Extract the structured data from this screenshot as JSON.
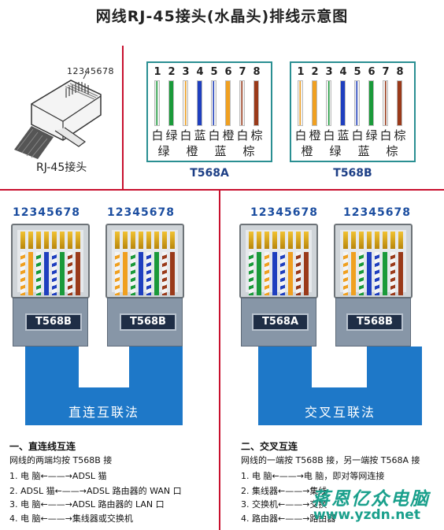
{
  "title": "网线RJ-45接头(水晶头)排线示意图",
  "plug": {
    "pin_digits": "12345678",
    "label": "RJ-45接头"
  },
  "pin_numbers": [
    "1",
    "2",
    "3",
    "4",
    "5",
    "6",
    "7",
    "8"
  ],
  "t568a": {
    "label": "T568A",
    "wire_colors": [
      "#f2f2f2",
      "#1a9a3a",
      "#f2f2f2",
      "#1f3fbf",
      "#f2f2f2",
      "#f0a020",
      "#f2f2f2",
      "#9a3a1a"
    ],
    "stripe_colors": [
      "#1a9a3a",
      "#1a9a3a",
      "#f0a020",
      "#1f3fbf",
      "#1f3fbf",
      "#f0a020",
      "#9a3a1a",
      "#9a3a1a"
    ],
    "names_top": [
      "白",
      "绿",
      "白",
      "蓝",
      "白",
      "橙",
      "白",
      "棕"
    ],
    "names_bottom": [
      "绿",
      "",
      "橙",
      "",
      "蓝",
      "",
      "棕",
      ""
    ]
  },
  "t568b": {
    "label": "T568B",
    "wire_colors": [
      "#f2f2f2",
      "#f0a020",
      "#f2f2f2",
      "#1f3fbf",
      "#f2f2f2",
      "#1a9a3a",
      "#f2f2f2",
      "#9a3a1a"
    ],
    "stripe_colors": [
      "#f0a020",
      "#f0a020",
      "#1a9a3a",
      "#1f3fbf",
      "#1f3fbf",
      "#1a9a3a",
      "#9a3a1a",
      "#9a3a1a"
    ],
    "names_top": [
      "白",
      "橙",
      "白",
      "蓝",
      "白",
      "绿",
      "白",
      "棕"
    ],
    "names_bottom": [
      "橙",
      "",
      "绿",
      "",
      "蓝",
      "",
      "棕",
      ""
    ]
  },
  "straight": {
    "digits_left": "12345678",
    "digits_right": "12345678",
    "tag_left": "T568B",
    "tag_right": "T568B",
    "cable_label": "直连互联法",
    "section_title": "一、直连线互连",
    "lines": [
      "网线的两端均按 T568B 接",
      "1.  电    脑←——→ADSL 猫",
      "2.  ADSL 猫←——→ADSL 路由器的 WAN 口",
      "3.  电    脑←——→ADSL 路由器的 LAN 口",
      "4.  电    脑←——→集线器或交换机"
    ]
  },
  "cross": {
    "digits_left": "12345678",
    "digits_right": "12345678",
    "tag_left": "T568A",
    "tag_right": "T568B",
    "cable_label": "交叉互联法",
    "section_title": "二、交叉互连",
    "lines": [
      "网线的一端按 T568B 接，另一端按 T568A 接",
      "1.  电    脑←——→电    脑，即对等网连接",
      "2.  集线器←——→集线",
      "3.  交换机←——→交换",
      "4.  路由器←——→路由器"
    ]
  },
  "watermark": {
    "text": "蒋恩亿众电脑",
    "url": "www.yzdn.net"
  },
  "colors": {
    "divider": "#c8102e",
    "box_border": "#2a8f92",
    "cable": "#1e78c8",
    "digits": "#1c4ea0",
    "watermark": "#1aa08c"
  }
}
